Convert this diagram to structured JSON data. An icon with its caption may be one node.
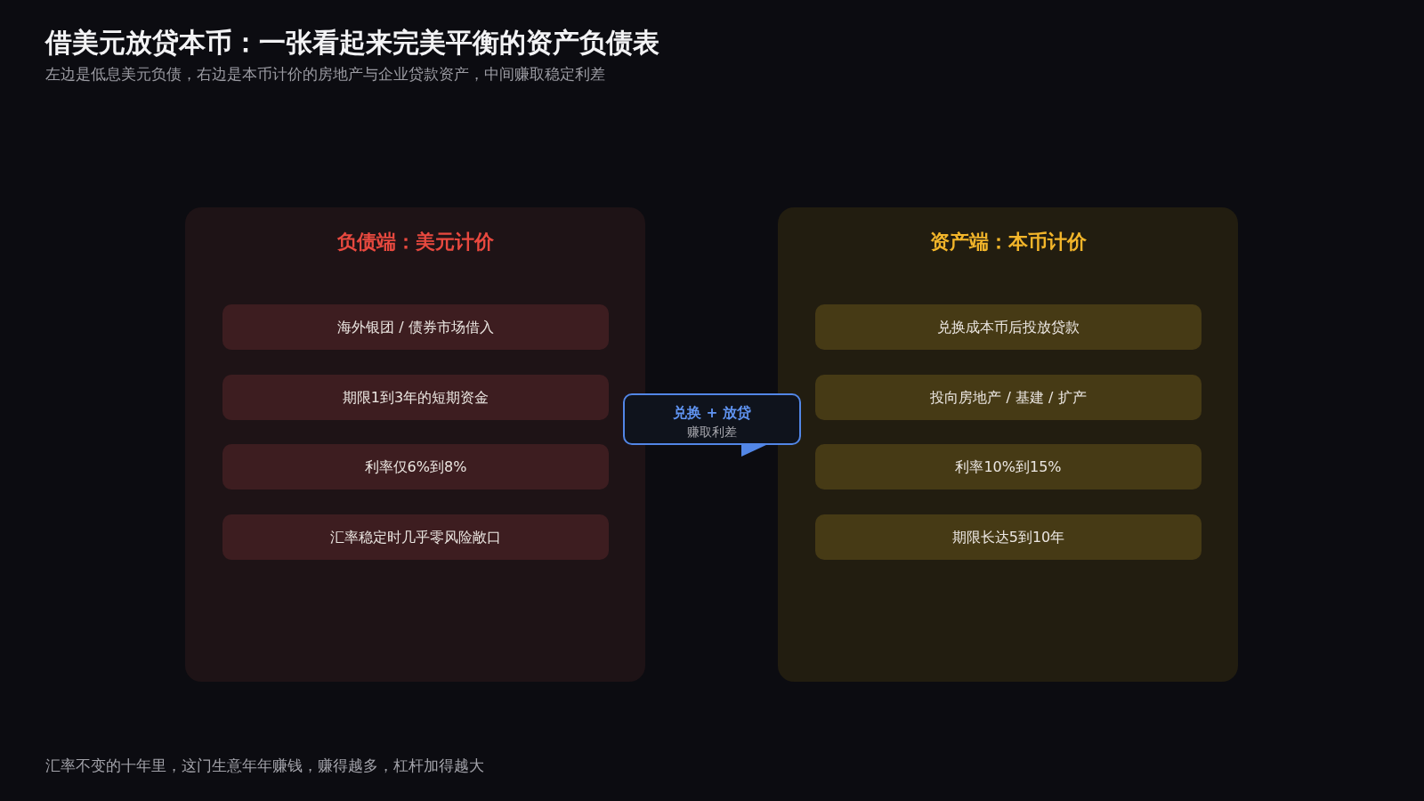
{
  "diagram": {
    "title": "借美元放贷本币：一张看起来完美平衡的资产负债表",
    "nodes": [
      {
        "text": [
          "负债端：美元计价"
        ]
      },
      {
        "text": [
          "海外银团 / 债券市场借入"
        ],
        "in": 0
      },
      {
        "text": [
          "期限1到3年的短期资金"
        ],
        "in": 0
      },
      {
        "text": [
          "利率仅6%到8%"
        ],
        "in": 0
      },
      {
        "text": [
          "汇率稳定时几乎零风险敞口"
        ],
        "in": 0
      },
      {
        "text": [
          "兑换 + 放贷",
          "赚取利差"
        ]
      },
      {
        "text": [
          "资产端：本币计价"
        ]
      },
      {
        "text": [
          "兑换成本币后投放贷款"
        ],
        "in": 6
      },
      {
        "text": [
          "投向房地产 / 基建 / 扩产"
        ],
        "in": 6
      },
      {
        "text": [
          "利率10%到15%"
        ],
        "in": 6
      },
      {
        "text": [
          "期限长达5到10年"
        ],
        "in": 6
      }
    ],
    "labels": [
      "左边是低息美元负债，右边是本币计价的房地产与企业贷款资产，中间赚取稳定利差",
      "汇率不变的十年里，这门生意年年赚钱，赚得越多，杠杆加得越大"
    ]
  }
}
